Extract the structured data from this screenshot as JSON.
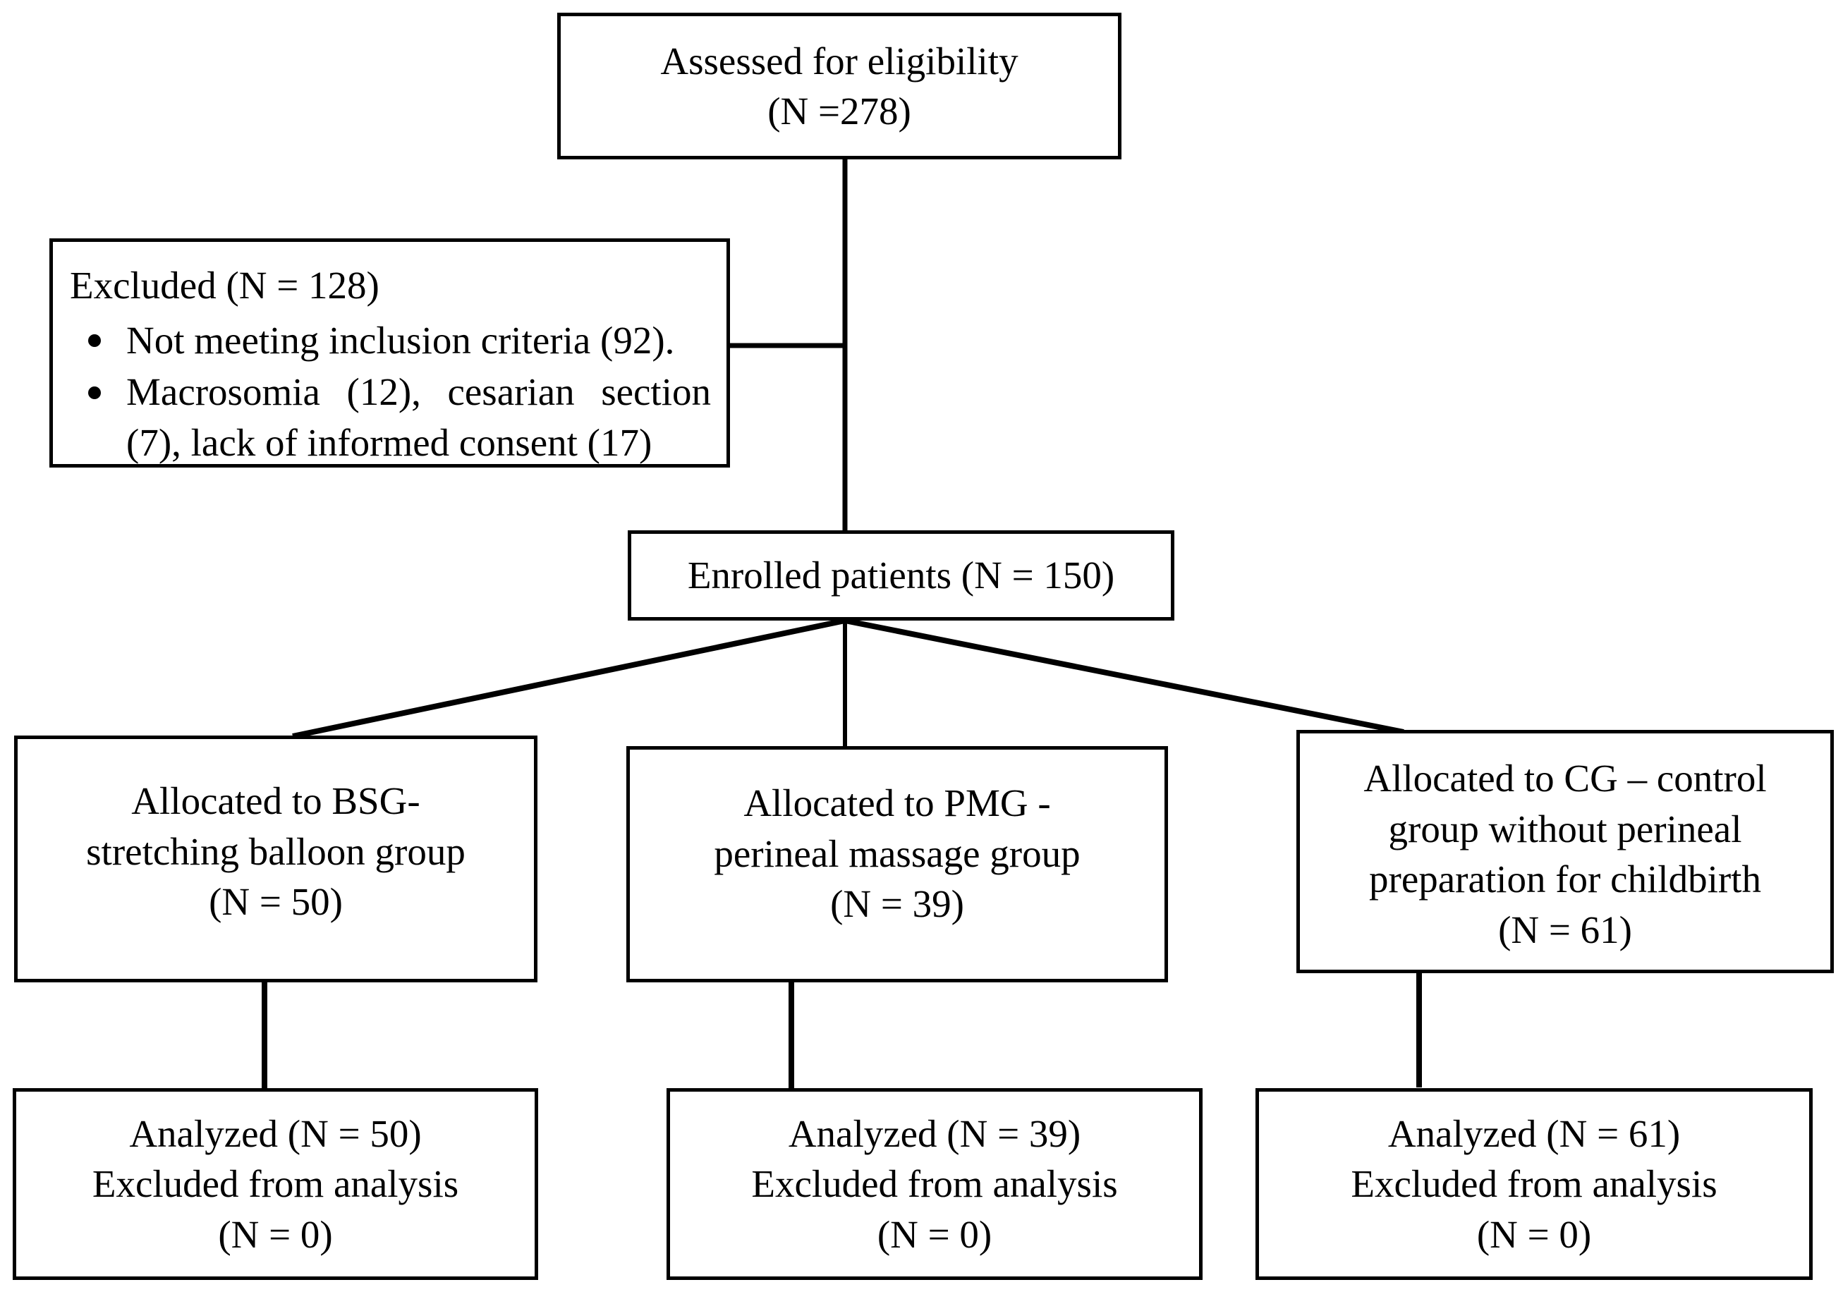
{
  "diagram": {
    "type": "consort-flow-diagram",
    "line_color": "#000000",
    "background_color": "#ffffff"
  },
  "nodes": {
    "assessed": {
      "lines": [
        "Assessed for eligibility",
        "(N =278)"
      ]
    },
    "excluded": {
      "heading": "Excluded (N = 128)",
      "items": [
        "Not meeting inclusion criteria (92).",
        "Macrosomia (12), cesarian section (7), lack of informed consent (17)"
      ]
    },
    "enrolled": {
      "lines": [
        "Enrolled patients (N = 150)"
      ]
    },
    "alloc_bsg": {
      "lines": [
        "Allocated to BSG-",
        "stretching balloon group",
        "(N = 50)"
      ]
    },
    "alloc_pmg": {
      "lines": [
        "Allocated to PMG -",
        "perineal massage group",
        "(N = 39)"
      ]
    },
    "alloc_cg": {
      "lines": [
        "Allocated to CG – control",
        "group without perineal",
        "preparation for childbirth",
        "(N = 61)"
      ]
    },
    "analyzed_bsg": {
      "lines": [
        "Analyzed (N = 50)",
        "Excluded from analysis",
        "(N = 0)"
      ]
    },
    "analyzed_pmg": {
      "lines": [
        "Analyzed (N = 39)",
        "Excluded from analysis",
        "(N = 0)"
      ]
    },
    "analyzed_cg": {
      "lines": [
        "Analyzed (N = 61)",
        "Excluded from analysis",
        "(N = 0)"
      ]
    }
  },
  "flow_data": {
    "assessed_for_eligibility": 278,
    "excluded_total": 128,
    "excluded_reasons": [
      {
        "reason": "Not meeting inclusion criteria",
        "n": 92
      },
      {
        "reason": "Macrosomia",
        "n": 12
      },
      {
        "reason": "cesarian section",
        "n": 7
      },
      {
        "reason": "lack of informed consent",
        "n": 17
      }
    ],
    "enrolled": 150,
    "groups": [
      {
        "code": "BSG",
        "name": "stretching balloon group",
        "allocated": 50,
        "analyzed": 50,
        "excluded_from_analysis": 0
      },
      {
        "code": "PMG",
        "name": "perineal massage group",
        "allocated": 39,
        "analyzed": 39,
        "excluded_from_analysis": 0
      },
      {
        "code": "CG",
        "name": "control group without perineal preparation for childbirth",
        "allocated": 61,
        "analyzed": 61,
        "excluded_from_analysis": 0
      }
    ]
  }
}
